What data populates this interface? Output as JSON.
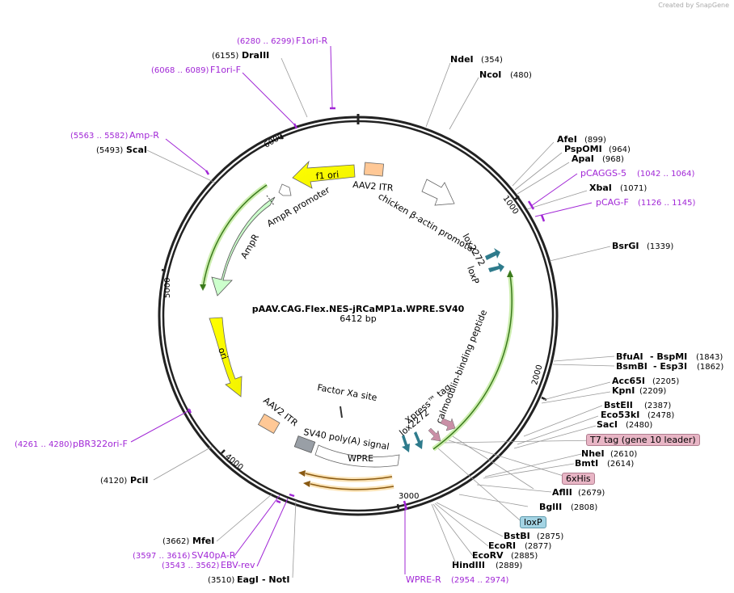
{
  "credit": "Created by SnapGene",
  "plasmid": {
    "name": "pAAV.CAG.Flex.NES-jRCaMP1a.WPRE.SV40",
    "size": "6412 bp"
  },
  "ticks": [
    "1000",
    "2000",
    "3000",
    "4000",
    "5000",
    "6000"
  ],
  "colors": {
    "primer": "#a127d6",
    "line": "#999999",
    "yellow": "#ffff00",
    "green": "#ccffcc",
    "peach": "#ffc896",
    "gray": "#999fa6",
    "teal": "#2e7b8c",
    "pink": "#c98fa6",
    "orange": "#f4a742",
    "badge_pink": "#e8b5c5",
    "badge_blue": "#a4d4e4"
  },
  "sites": [
    {
      "name": "NdeI",
      "pos": "(354)"
    },
    {
      "name": "NcoI",
      "pos": "(480)"
    },
    {
      "name": "AfeI",
      "pos": "(899)"
    },
    {
      "name": "PspOMI",
      "pos": "(964)"
    },
    {
      "name": "ApaI",
      "pos": "(968)"
    },
    {
      "name": "XbaI",
      "pos": "(1071)"
    },
    {
      "name": "BsrGI",
      "pos": "(1339)"
    },
    {
      "name": "BfuAI",
      "name2": "BspMI",
      "pos": "(1843)"
    },
    {
      "name": "BsmBI",
      "name2": "Esp3I",
      "pos": "(1862)"
    },
    {
      "name": "Acc65I",
      "pos": "(2205)"
    },
    {
      "name": "KpnI",
      "pos": "(2209)"
    },
    {
      "name": "BstEII",
      "pos": "(2387)"
    },
    {
      "name": "Eco53kI",
      "pos": "(2478)"
    },
    {
      "name": "SacI",
      "pos": "(2480)"
    },
    {
      "name": "NheI",
      "pos": "(2610)"
    },
    {
      "name": "BmtI",
      "pos": "(2614)"
    },
    {
      "name": "AflII",
      "pos": "(2679)"
    },
    {
      "name": "BglII",
      "pos": "(2808)"
    },
    {
      "name": "BstBI",
      "pos": "(2875)"
    },
    {
      "name": "EcoRI",
      "pos": "(2877)"
    },
    {
      "name": "EcoRV",
      "pos": "(2885)"
    },
    {
      "name": "HindIII",
      "pos": "(2889)"
    },
    {
      "name": "EagI",
      "name2": "NotI",
      "pos": "(3510)"
    },
    {
      "name": "MfeI",
      "pos": "(3662)"
    },
    {
      "name": "PciI",
      "pos": "(4120)"
    },
    {
      "name": "ScaI",
      "pos": "(5493)"
    },
    {
      "name": "DraIII",
      "pos": "(6155)"
    }
  ],
  "primers": [
    {
      "name": "pCAGGS-5",
      "pos": "(1042 .. 1064)"
    },
    {
      "name": "pCAG-F",
      "pos": "(1126 .. 1145)"
    },
    {
      "name": "WPRE-R",
      "pos": "(2954 .. 2974)"
    },
    {
      "name": "EBV-rev",
      "pos": "(3543 .. 3562)"
    },
    {
      "name": "SV40pA-R",
      "pos": "(3597 .. 3616)"
    },
    {
      "name": "pBR322ori-F",
      "pos": "(4261 .. 4280)"
    },
    {
      "name": "Amp-R",
      "pos": "(5563 .. 5582)"
    },
    {
      "name": "F1ori-F",
      "pos": "(6068 .. 6089)"
    },
    {
      "name": "F1ori-R",
      "pos": "(6280 .. 6299)"
    }
  ],
  "badges": {
    "t7tag": "T7 tag (gene 10 leader)",
    "his": "6xHis",
    "loxp": "loxP"
  },
  "features": {
    "f1ori": "f1 ori",
    "aav2itr_top": "AAV2 ITR",
    "cba": "chicken β-actin promoter",
    "lox2272_top": "lox2272",
    "loxp_top": "loxP",
    "cbp": "calmodulin-binding peptide",
    "xpress": "Xpress™ tag",
    "lox2272_bot": "lox2272",
    "wpre": "WPRE",
    "sv40pa": "SV40 poly(A) signal",
    "factorxa": "Factor Xa site",
    "aav2itr_bot": "AAV2 ITR",
    "ori": "ori",
    "ampr": "AmpR",
    "ampr_promoter": "AmpR promoter"
  }
}
